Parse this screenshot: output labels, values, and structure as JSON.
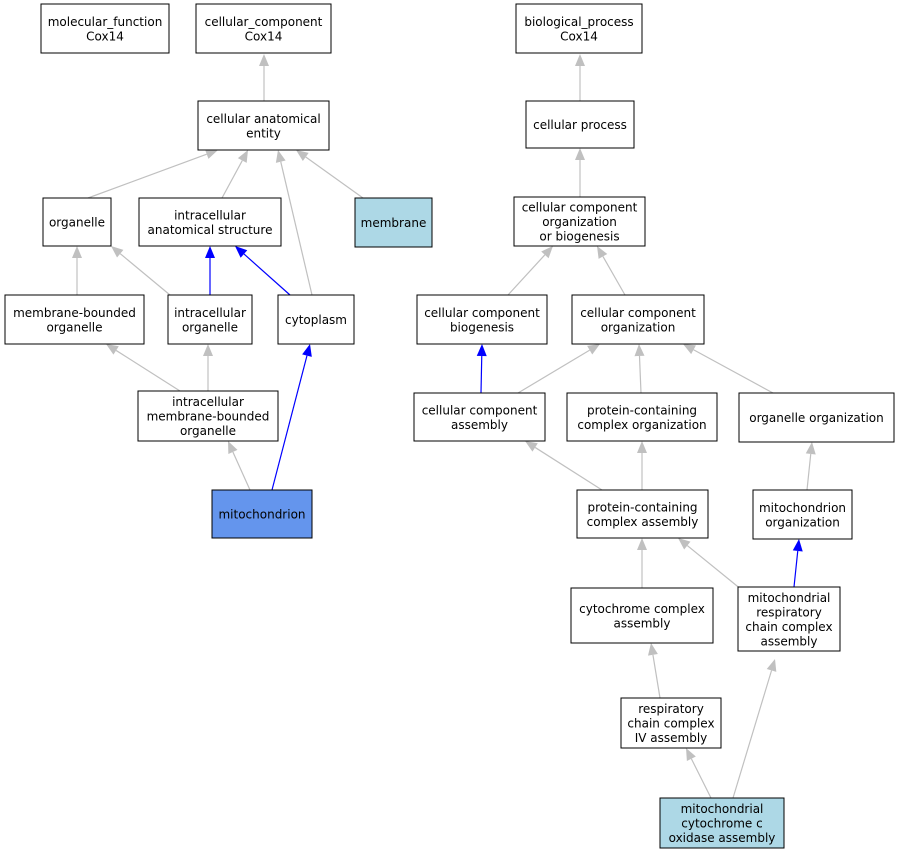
{
  "colors": {
    "default_fill": "#ffffff",
    "highlight_light": "#add8e6",
    "highlight_strong": "#6495ed",
    "edge_gray": "#c0c0c0",
    "edge_blue": "#0000ff"
  },
  "nodes": [
    {
      "id": "molecular_function",
      "lines": [
        "molecular_function",
        "Cox14"
      ],
      "fill": "default"
    },
    {
      "id": "cellular_component",
      "lines": [
        "cellular_component",
        "Cox14"
      ],
      "fill": "default"
    },
    {
      "id": "biological_process",
      "lines": [
        "biological_process",
        "Cox14"
      ],
      "fill": "default"
    },
    {
      "id": "cellular_anatomical_entity",
      "lines": [
        "cellular anatomical",
        "entity"
      ],
      "fill": "default"
    },
    {
      "id": "cellular_process",
      "lines": [
        "cellular process"
      ],
      "fill": "default"
    },
    {
      "id": "organelle",
      "lines": [
        "organelle"
      ],
      "fill": "default"
    },
    {
      "id": "intracellular_anatomical_structure",
      "lines": [
        "intracellular",
        "anatomical structure"
      ],
      "fill": "default"
    },
    {
      "id": "membrane",
      "lines": [
        "membrane"
      ],
      "fill": "light"
    },
    {
      "id": "cc_org_or_biogenesis",
      "lines": [
        "cellular component",
        "organization",
        "or biogenesis"
      ],
      "fill": "default"
    },
    {
      "id": "membrane_bounded_organelle",
      "lines": [
        "membrane-bounded",
        "organelle"
      ],
      "fill": "default"
    },
    {
      "id": "intracellular_organelle",
      "lines": [
        "intracellular",
        "organelle"
      ],
      "fill": "default"
    },
    {
      "id": "cytoplasm",
      "lines": [
        "cytoplasm"
      ],
      "fill": "default"
    },
    {
      "id": "cc_biogenesis",
      "lines": [
        "cellular component",
        "biogenesis"
      ],
      "fill": "default"
    },
    {
      "id": "cc_organization",
      "lines": [
        "cellular component",
        "organization"
      ],
      "fill": "default"
    },
    {
      "id": "intracellular_mbo",
      "lines": [
        "intracellular",
        "membrane-bounded",
        "organelle"
      ],
      "fill": "default"
    },
    {
      "id": "cc_assembly",
      "lines": [
        "cellular component",
        "assembly"
      ],
      "fill": "default"
    },
    {
      "id": "pc_organization",
      "lines": [
        "protein-containing",
        "complex organization"
      ],
      "fill": "default"
    },
    {
      "id": "organelle_organization",
      "lines": [
        "organelle organization"
      ],
      "fill": "default"
    },
    {
      "id": "mitochondrion",
      "lines": [
        "mitochondrion"
      ],
      "fill": "strong"
    },
    {
      "id": "pc_assembly",
      "lines": [
        "protein-containing",
        "complex assembly"
      ],
      "fill": "default"
    },
    {
      "id": "mito_organization",
      "lines": [
        "mitochondrion",
        "organization"
      ],
      "fill": "default"
    },
    {
      "id": "cytochrome_complex_assembly",
      "lines": [
        "cytochrome complex",
        "assembly"
      ],
      "fill": "default"
    },
    {
      "id": "mrcc_assembly",
      "lines": [
        "mitochondrial",
        "respiratory",
        "chain complex",
        "assembly"
      ],
      "fill": "default"
    },
    {
      "id": "rc4_assembly",
      "lines": [
        "respiratory",
        "chain complex",
        "IV assembly"
      ],
      "fill": "default"
    },
    {
      "id": "mcoa",
      "lines": [
        "mitochondrial",
        "cytochrome c",
        "oxidase assembly"
      ],
      "fill": "light"
    }
  ],
  "edges": [
    {
      "from": "cellular_anatomical_entity",
      "to": "cellular_component",
      "color": "gray"
    },
    {
      "from": "organelle",
      "to": "cellular_anatomical_entity",
      "color": "gray"
    },
    {
      "from": "intracellular_anatomical_structure",
      "to": "cellular_anatomical_entity",
      "color": "gray"
    },
    {
      "from": "cytoplasm",
      "to": "cellular_anatomical_entity",
      "color": "gray"
    },
    {
      "from": "membrane",
      "to": "cellular_anatomical_entity",
      "color": "gray"
    },
    {
      "from": "intracellular_organelle",
      "to": "intracellular_anatomical_structure",
      "color": "blue"
    },
    {
      "from": "cytoplasm",
      "to": "intracellular_anatomical_structure",
      "color": "blue"
    },
    {
      "from": "membrane_bounded_organelle",
      "to": "organelle",
      "color": "gray"
    },
    {
      "from": "intracellular_organelle",
      "to": "organelle",
      "color": "gray"
    },
    {
      "from": "intracellular_mbo",
      "to": "membrane_bounded_organelle",
      "color": "gray"
    },
    {
      "from": "intracellular_mbo",
      "to": "intracellular_organelle",
      "color": "gray"
    },
    {
      "from": "mitochondrion",
      "to": "intracellular_mbo",
      "color": "gray"
    },
    {
      "from": "mitochondrion",
      "to": "cytoplasm",
      "color": "blue"
    },
    {
      "from": "cellular_process",
      "to": "biological_process",
      "color": "gray"
    },
    {
      "from": "cc_org_or_biogenesis",
      "to": "cellular_process",
      "color": "gray"
    },
    {
      "from": "cc_biogenesis",
      "to": "cc_org_or_biogenesis",
      "color": "gray"
    },
    {
      "from": "cc_organization",
      "to": "cc_org_or_biogenesis",
      "color": "gray"
    },
    {
      "from": "cc_assembly",
      "to": "cc_biogenesis",
      "color": "blue"
    },
    {
      "from": "cc_assembly",
      "to": "cc_organization",
      "color": "gray"
    },
    {
      "from": "pc_organization",
      "to": "cc_organization",
      "color": "gray"
    },
    {
      "from": "organelle_organization",
      "to": "cc_organization",
      "color": "gray"
    },
    {
      "from": "pc_assembly",
      "to": "cc_assembly",
      "color": "gray"
    },
    {
      "from": "pc_assembly",
      "to": "pc_organization",
      "color": "gray"
    },
    {
      "from": "mito_organization",
      "to": "organelle_organization",
      "color": "gray"
    },
    {
      "from": "cytochrome_complex_assembly",
      "to": "pc_assembly",
      "color": "gray"
    },
    {
      "from": "mrcc_assembly",
      "to": "pc_assembly",
      "color": "gray"
    },
    {
      "from": "mrcc_assembly",
      "to": "mito_organization",
      "color": "blue"
    },
    {
      "from": "rc4_assembly",
      "to": "cytochrome_complex_assembly",
      "color": "gray"
    },
    {
      "from": "mcoa",
      "to": "rc4_assembly",
      "color": "gray"
    },
    {
      "from": "mcoa",
      "to": "mrcc_assembly",
      "color": "gray"
    }
  ]
}
